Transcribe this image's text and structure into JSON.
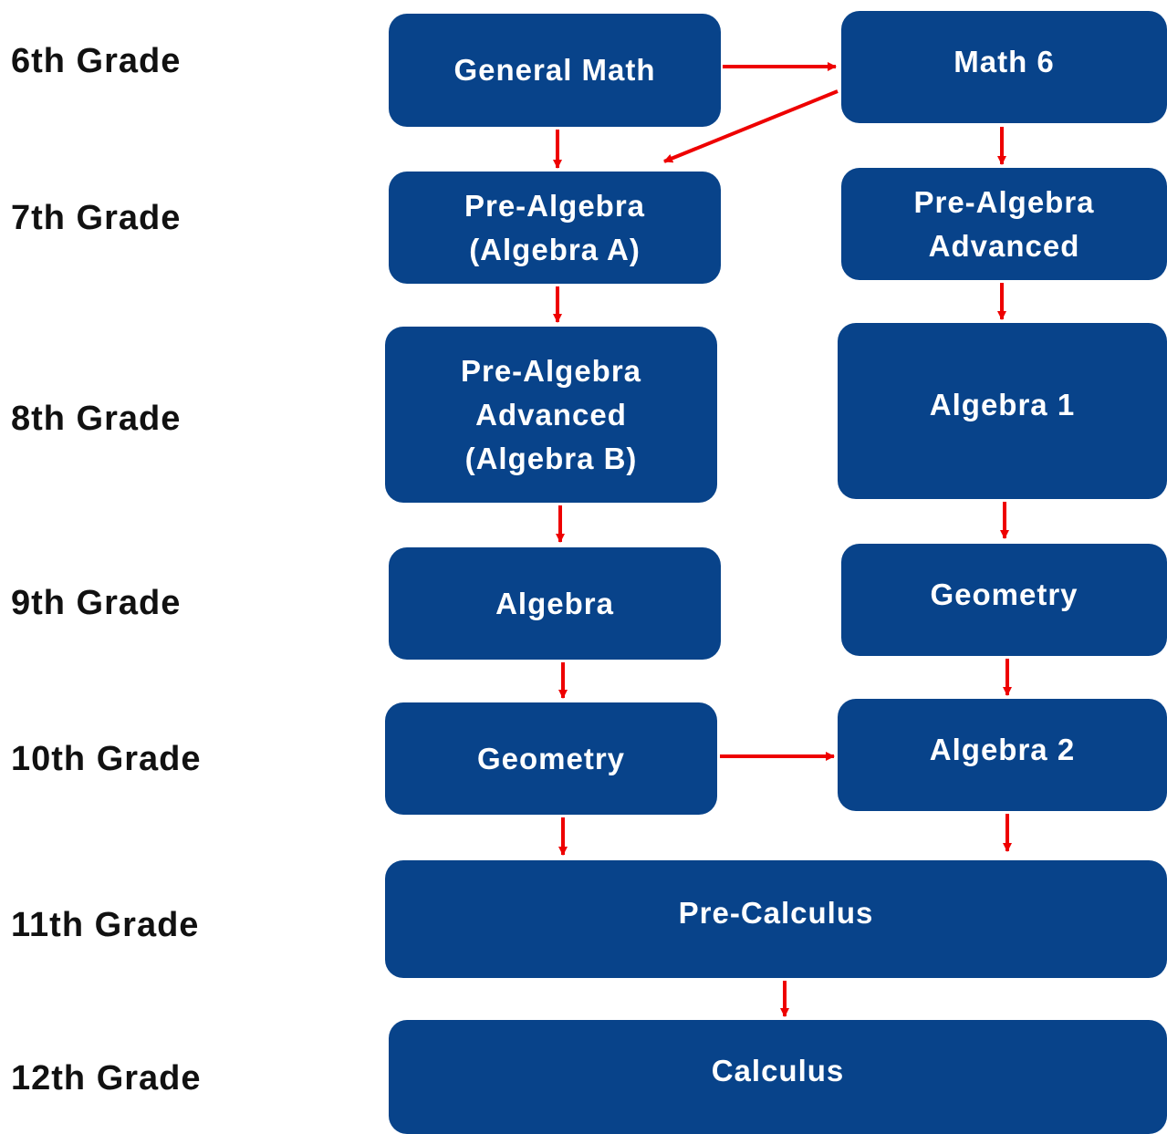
{
  "grades": [
    "6th Grade",
    "7th Grade",
    "8th Grade",
    "9th Grade",
    "10th Grade",
    "11th Grade",
    "12th Grade"
  ],
  "courses": {
    "general_math": [
      "General Math"
    ],
    "math_6": [
      "Math 6"
    ],
    "pre_algebra_a": [
      "Pre-Algebra",
      "(Algebra A)"
    ],
    "pre_algebra_advanced_7": [
      "Pre-Algebra",
      "Advanced"
    ],
    "pre_algebra_advanced_b": [
      "Pre-Algebra",
      "Advanced",
      "(Algebra B)"
    ],
    "algebra_1": [
      "Algebra 1"
    ],
    "algebra_9": [
      "Algebra"
    ],
    "geometry_9": [
      "Geometry"
    ],
    "geometry_10": [
      "Geometry"
    ],
    "algebra_2": [
      "Algebra 2"
    ],
    "pre_calculus": [
      "Pre-Calculus"
    ],
    "calculus": [
      "Calculus"
    ]
  },
  "colors": {
    "box_fill": "#08438a",
    "box_text": "#ffffff",
    "arrow": "#ee0000",
    "grade_text": "#111111"
  }
}
